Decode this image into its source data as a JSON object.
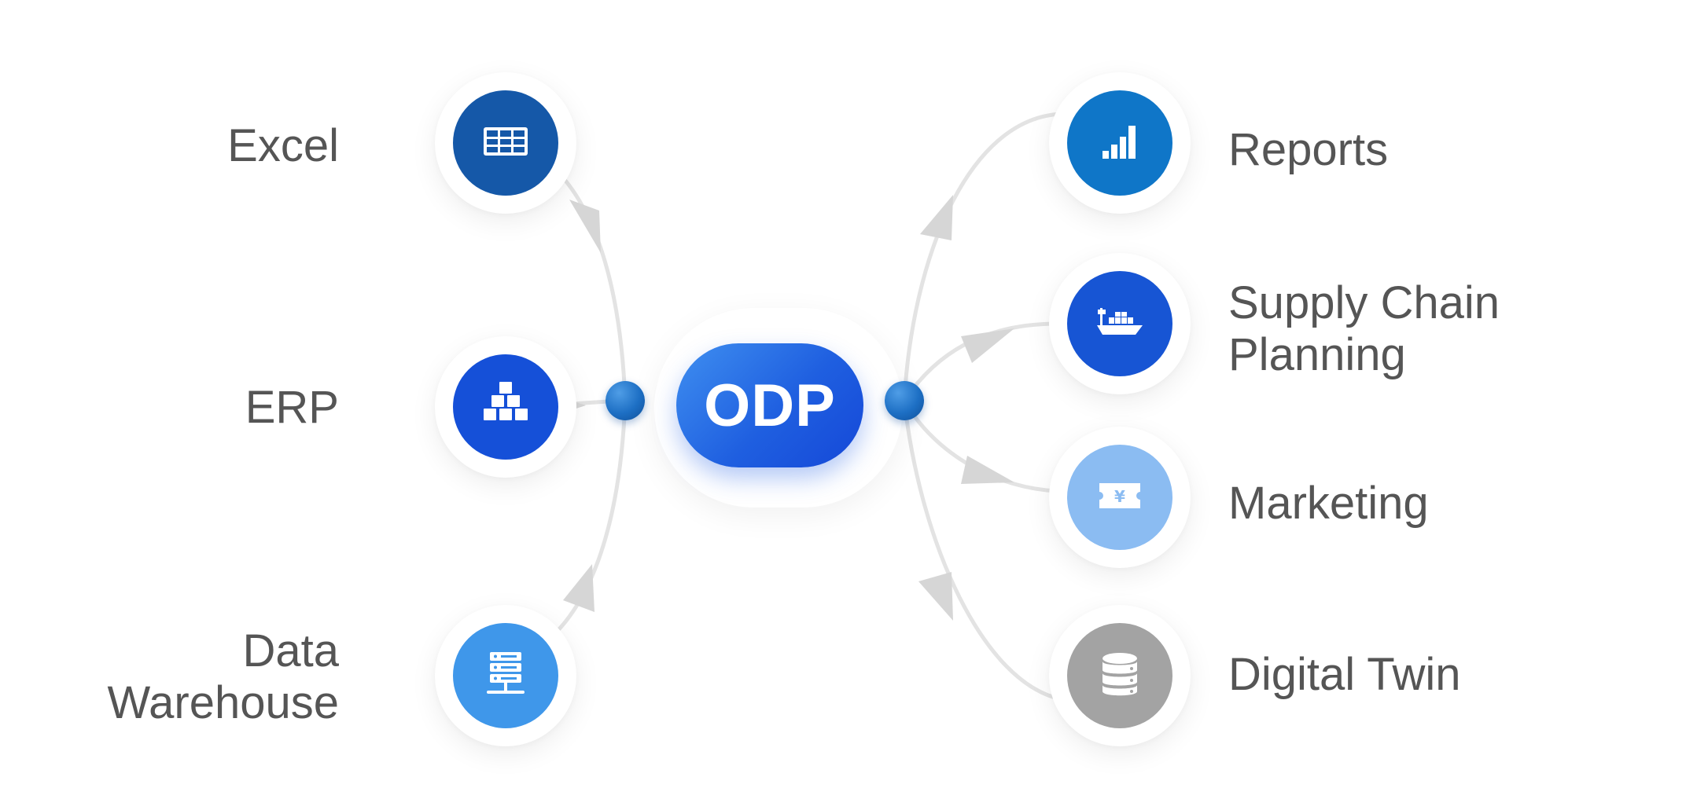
{
  "hub": {
    "label": "ODP"
  },
  "sources": [
    {
      "id": "excel",
      "label": "Excel",
      "icon": "spreadsheet-icon",
      "color": "#1558a8"
    },
    {
      "id": "erp",
      "label": "ERP",
      "icon": "stacked-boxes-icon",
      "color": "#1550d8"
    },
    {
      "id": "data-warehouse",
      "label": "Data\nWarehouse",
      "icon": "server-rack-icon",
      "color": "#3f97ea"
    }
  ],
  "targets": [
    {
      "id": "reports",
      "label": "Reports",
      "icon": "bar-chart-icon",
      "color": "#0f76c8"
    },
    {
      "id": "supply-chain-planning",
      "label": "Supply Chain\nPlanning",
      "icon": "cargo-ship-icon",
      "color": "#1755d4"
    },
    {
      "id": "marketing",
      "label": "Marketing",
      "icon": "coupon-yen-icon",
      "color": "#8bbcf2"
    },
    {
      "id": "digital-twin",
      "label": "Digital Twin",
      "icon": "database-icon",
      "color": "#a3a3a3"
    }
  ],
  "colors": {
    "connector": "#e3e3e3",
    "arrowhead": "#d6d6d6",
    "label_text": "#555555",
    "hub_gradient_start": "#3f8ff0",
    "hub_gradient_end": "#1548d8",
    "port": "#1d6fc4"
  }
}
